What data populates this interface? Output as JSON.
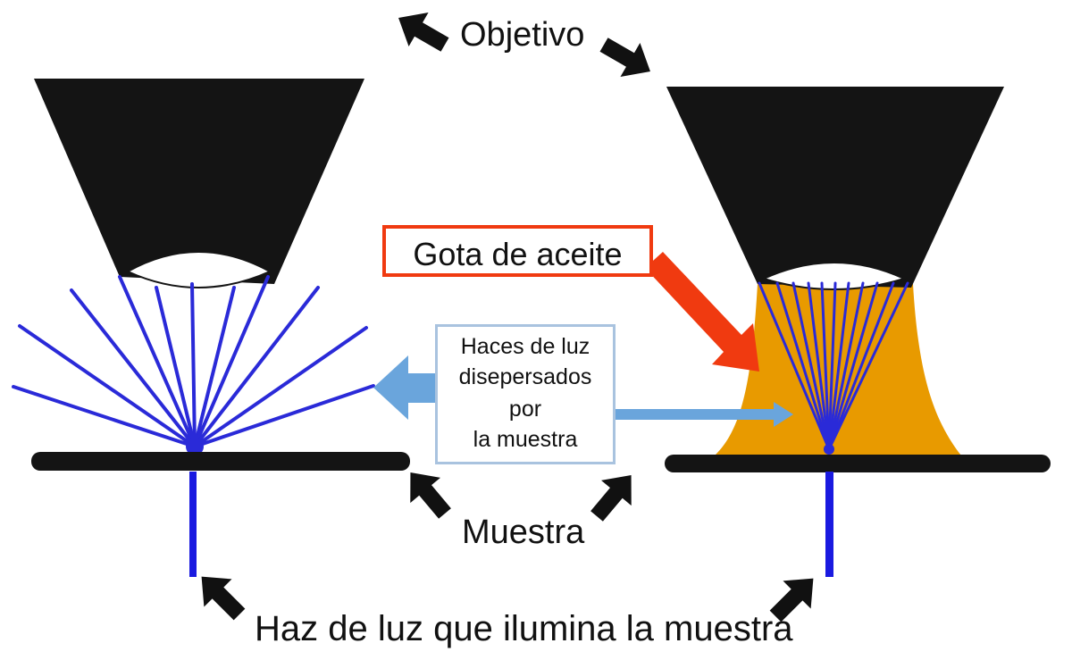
{
  "labels": {
    "objetivo": "Objetivo",
    "gota_de_aceite": "Gota de aceite",
    "haces_lines": [
      "Haces de luz",
      "disepersados",
      "por",
      "la muestra"
    ],
    "muestra": "Muestra",
    "haz_de_luz": "Haz de luz  que ilumina la muestra"
  },
  "colors": {
    "objective": "#141414",
    "light_rays": "#2a2ad8",
    "oil": "#e89a00",
    "callout_red": "#f03a10",
    "scatter_arrow": "#6aa5dc",
    "box_border": "#a9c3df",
    "pointer_arrow": "#111111"
  },
  "icons": [
    "arrow-icon"
  ]
}
